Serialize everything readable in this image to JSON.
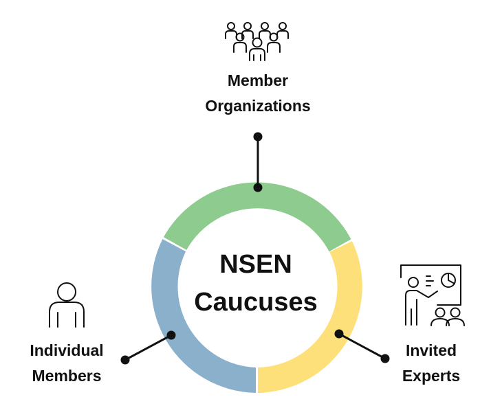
{
  "center": {
    "line1": "NSEN",
    "line2": "Caucuses"
  },
  "segments": [
    {
      "id": "member-organizations",
      "color": "#8ecb8e",
      "line1": "Member",
      "line2": "Organizations",
      "icon": "group-of-people-icon"
    },
    {
      "id": "invited-experts",
      "color": "#fde07a",
      "line1": "Invited",
      "line2": "Experts",
      "icon": "presenter-with-chart-icon"
    },
    {
      "id": "individual-members",
      "color": "#8ab0cc",
      "line1": "Individual",
      "line2": "Members",
      "icon": "single-person-icon"
    }
  ]
}
